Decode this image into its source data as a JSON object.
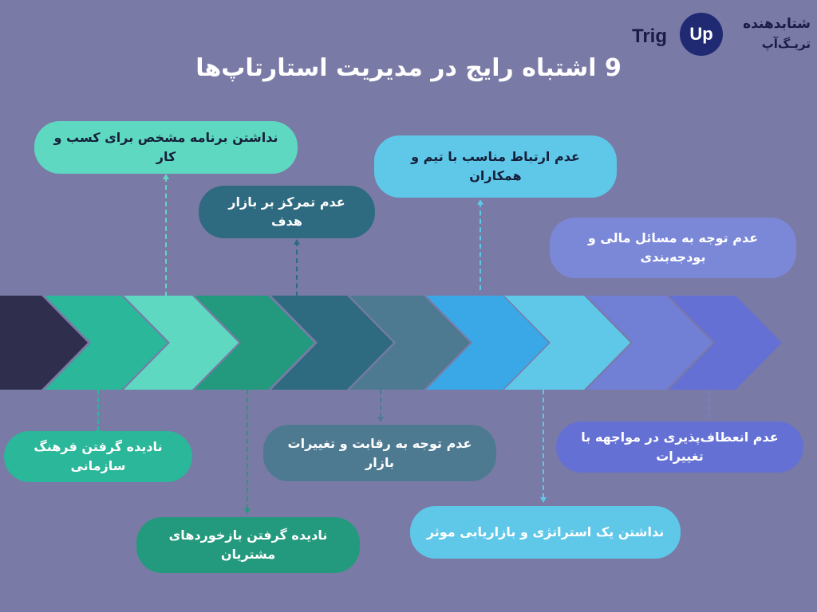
{
  "logo": {
    "word": "Trig",
    "circle": "Up",
    "fa_line1": "شتابدهنده",
    "fa_line2": "تریـگ‌آپ"
  },
  "title": "9 اشتباه رایج در مدیریت استارتاپ‌ها",
  "colors": {
    "background": "#7a7aa6",
    "chevrons": [
      "#2f2f4d",
      "#2ab79a",
      "#5fd8c2",
      "#239a7d",
      "#2e6b80",
      "#4d7a91",
      "#3aa8e6",
      "#5fc8e9",
      "#717fd4",
      "#6470d4"
    ]
  },
  "mistakes": {
    "m1": "نداشتن برنامه مشخص برای کسب و کار",
    "m2": "عدم تمرکز بر بازار هدف",
    "m3": "عدم ارتباط مناسب با تیم و همکاران",
    "m4": "عدم توجه به مسائل مالی و بودجه‌بندی",
    "m5": "نادیده گرفتن فرهنگ سازمانی",
    "m6": "نادیده گرفتن بازخوردهای مشتریان",
    "m7": "عدم توجه به رقابت و  تغییرات بازار",
    "m8": "نداشتن یک استراتژی و بازاریابی موثر",
    "m9": "عدم انعطاف‌پذیری در مواجهه با تغییرات"
  }
}
